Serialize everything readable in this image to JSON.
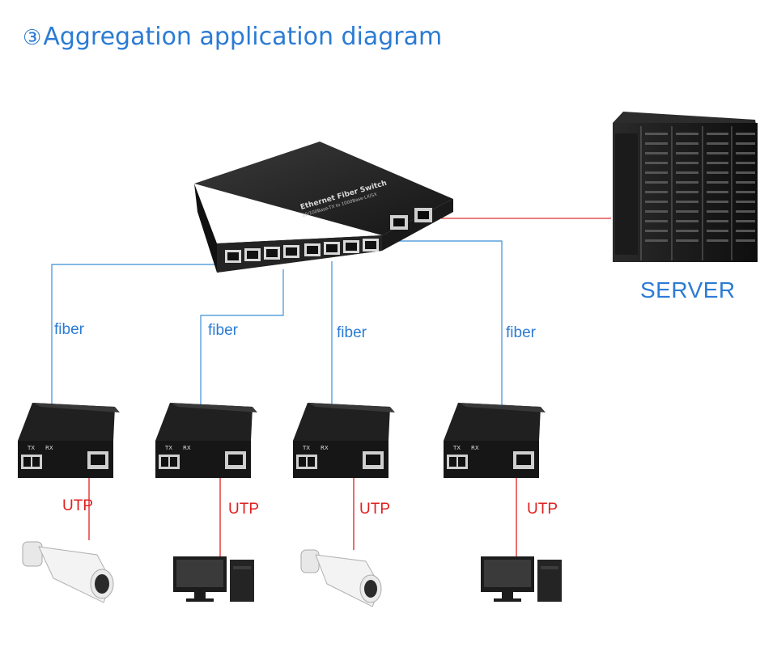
{
  "title": {
    "marker": "③",
    "text": "Aggregation application diagram"
  },
  "server": {
    "label": "SERVER"
  },
  "switch": {
    "name": "Ethernet Fiber Switch",
    "subtitle": "10/100Base-TX to 1000Base-LX/SX"
  },
  "converters": [
    {
      "fiber_label": "fiber",
      "utp_label": "UTP",
      "device": "camera",
      "tx": "TX",
      "rx": "RX"
    },
    {
      "fiber_label": "fiber",
      "utp_label": "UTP",
      "device": "computer",
      "tx": "TX",
      "rx": "RX"
    },
    {
      "fiber_label": "fiber",
      "utp_label": "UTP",
      "device": "camera",
      "tx": "TX",
      "rx": "RX"
    },
    {
      "fiber_label": "fiber",
      "utp_label": "UTP",
      "device": "computer",
      "tx": "TX",
      "rx": "RX"
    }
  ],
  "colors": {
    "title": "#2b7bd4",
    "fiber_line": "#3b8fd8",
    "utp_line": "#e02020",
    "server_link": "#e03030",
    "device_body": "#1e1e1e"
  }
}
